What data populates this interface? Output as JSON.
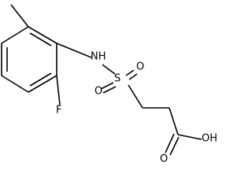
{
  "molecule": {
    "atoms": {
      "nh": "NH",
      "s": "S",
      "o_top": "O",
      "o_left": "O",
      "f": "F",
      "oh": "OH",
      "o_carbonyl": "O"
    }
  },
  "colors": {
    "bond": "#000000",
    "text": "#000000",
    "background": "#ffffff"
  }
}
